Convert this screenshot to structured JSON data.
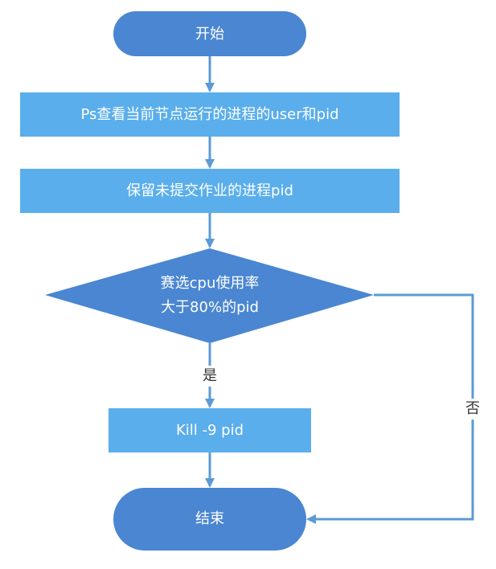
{
  "nodes": {
    "start": "开始",
    "ps": "Ps查看当前节点运行的进程的user和pid",
    "keep": "保留未提交作业的进程pid",
    "decision_line1": "赛选cpu使用率",
    "decision_line2": "大于80%的pid",
    "kill": "Kill -9 pid",
    "end": "结束"
  },
  "edges": {
    "yes": "是",
    "no": "否"
  },
  "colors": {
    "terminal": "#4A86D1",
    "process": "#5AAEEB",
    "decision": "#4A86D1",
    "arrow": "#5B9BD5"
  }
}
